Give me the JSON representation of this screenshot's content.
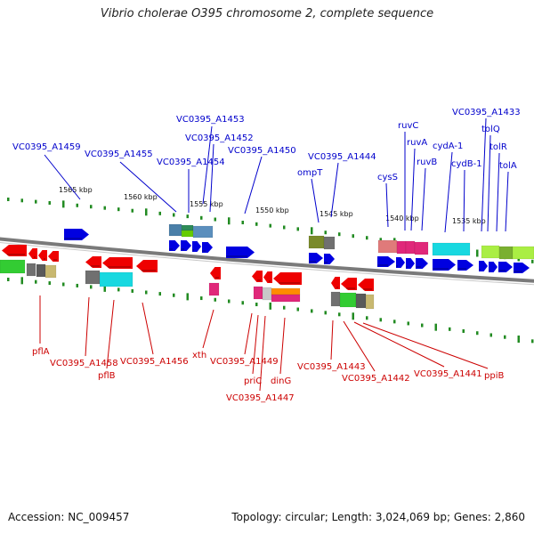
{
  "header": {
    "title": "Vibrio cholerae O395 chromosome 2, complete sequence"
  },
  "footer": {
    "accession": "Accession: NC_009457",
    "summary": "Topology: circular; Length: 3,024,069 bp; Genes: 2,860"
  },
  "colors": {
    "top_label": "#0000cc",
    "bottom_label": "#cc0000",
    "scale": "#228b22",
    "backbone": "#7a7a7a"
  },
  "scale_labels": [
    "1565 kbp",
    "1560 kbp",
    "1555 kbp",
    "1550 kbp",
    "1545 kbp",
    "1540 kbp",
    "1535 kbp"
  ],
  "top_labels": [
    "VC0395_A1459",
    "VC0395_A1455",
    "VC0395_A1454",
    "VC0395_A1453",
    "VC0395_A1452",
    "VC0395_A1450",
    "ompT",
    "VC0395_A1444",
    "cysS",
    "ruvC",
    "ruvA",
    "ruvB",
    "cydA-1",
    "cydB-1",
    "VC0395_A1433",
    "tolQ",
    "tolR",
    "tolA"
  ],
  "bottom_labels": [
    "pflA",
    "VC0395_A1458",
    "pflB",
    "VC0395_A1456",
    "xth",
    "VC0395_A1449",
    "priC",
    "VC0395_A1447",
    "dinG",
    "VC0395_A1443",
    "VC0395_A1442",
    "VC0395_A1441",
    "ppiB"
  ]
}
